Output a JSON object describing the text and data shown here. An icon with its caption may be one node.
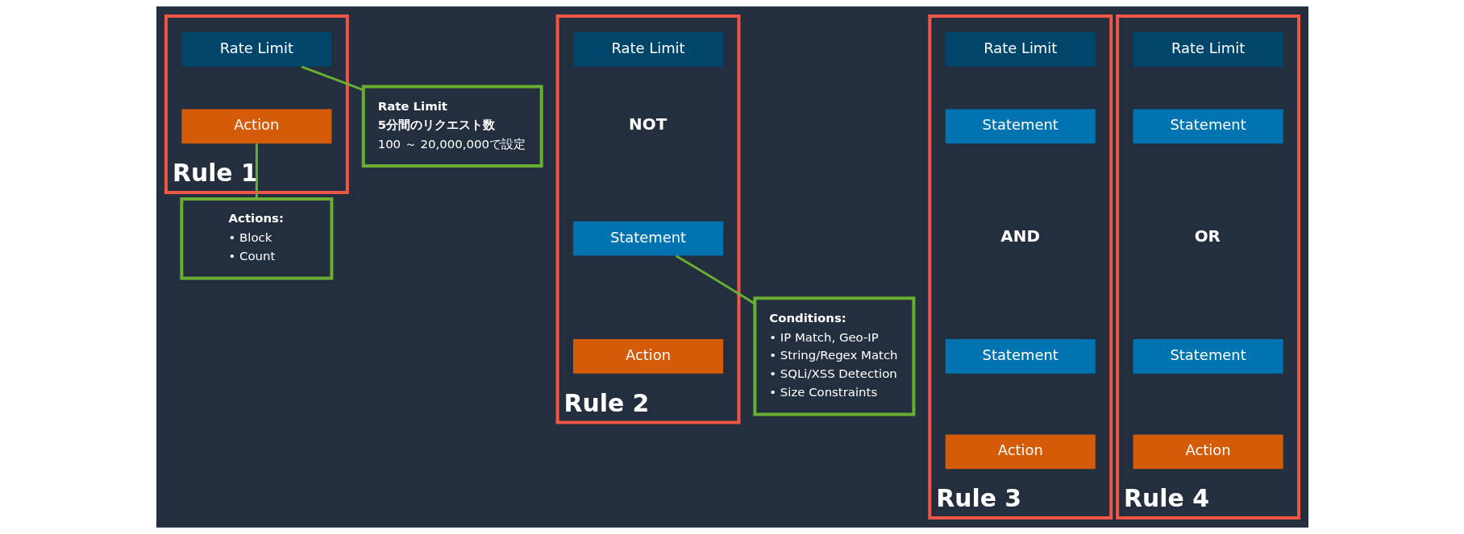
{
  "diagram": {
    "nodes": [
      {
        "text": [
          "Rule 1"
        ]
      },
      {
        "text": [
          "Rate Limit"
        ],
        "in": 0
      },
      {
        "text": [
          "Action"
        ],
        "in": 0
      },
      {
        "text": [
          "Rule 2"
        ]
      },
      {
        "text": [
          "Rate Limit"
        ],
        "in": 3
      },
      {
        "text": [
          "Statement"
        ],
        "in": 3
      },
      {
        "text": [
          "Action"
        ],
        "in": 3
      },
      {
        "text": [
          "Rule 3"
        ]
      },
      {
        "text": [
          "Rate Limit"
        ],
        "in": 7
      },
      {
        "text": [
          "Statement"
        ],
        "in": 7
      },
      {
        "text": [
          "Statement"
        ],
        "in": 7
      },
      {
        "text": [
          "Action"
        ],
        "in": 7
      },
      {
        "text": [
          "Rule 4"
        ]
      },
      {
        "text": [
          "Rate Limit"
        ],
        "in": 12
      },
      {
        "text": [
          "Statement"
        ],
        "in": 12
      },
      {
        "text": [
          "Statement"
        ],
        "in": 12
      },
      {
        "text": [
          "Action"
        ],
        "in": 12
      },
      {
        "text": [
          "Rate Limit",
          "5分間のリクエスト数",
          "100 ～ 20,000,000で設定"
        ]
      },
      {
        "text": [
          "Actions:",
          "• Block",
          "• Count"
        ]
      },
      {
        "text": [
          "Conditions:",
          "• IP Match, Geo-IP",
          "• String/Regex Match",
          "• SQLi/XSS Detection",
          "• Size Constraints"
        ]
      }
    ],
    "edges": [
      {
        "from": 17,
        "to": 1,
        "arrow": "none"
      },
      {
        "from": 18,
        "to": 2,
        "arrow": "none"
      },
      {
        "from": 19,
        "to": 5,
        "arrow": "none"
      }
    ],
    "labels": [
      "NOT",
      "AND",
      "OR"
    ]
  }
}
